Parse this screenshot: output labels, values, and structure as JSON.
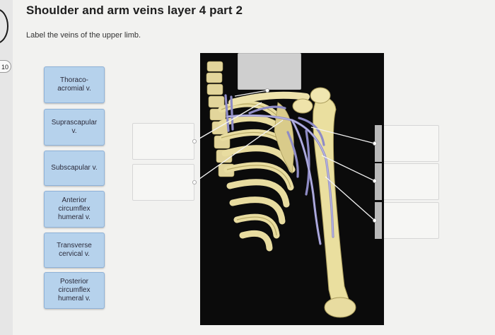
{
  "header": {
    "title": "Shoulder and arm veins layer 4 part 2",
    "instruction": "Label the veins of the upper limb."
  },
  "side_badge": {
    "points": "10"
  },
  "label_bank": [
    {
      "lines": [
        "Thoraco-",
        "acromial v."
      ]
    },
    {
      "lines": [
        "Suprascapular",
        "v."
      ]
    },
    {
      "lines": [
        "Subscapular v."
      ]
    },
    {
      "lines": [
        "Anterior",
        "circumflex",
        "humeral v."
      ]
    },
    {
      "lines": [
        "Transverse",
        "cervical v."
      ]
    },
    {
      "lines": [
        "Posterior",
        "circumflex",
        "humeral v."
      ]
    }
  ],
  "drop_targets": [
    {
      "id": "top-center",
      "value": ""
    },
    {
      "id": "left-1",
      "value": ""
    },
    {
      "id": "left-2",
      "value": ""
    },
    {
      "id": "right-1",
      "value": ""
    },
    {
      "id": "right-2",
      "value": ""
    },
    {
      "id": "right-3",
      "value": ""
    }
  ],
  "colors": {
    "chip_fill": "#b6d2ec",
    "chip_border": "#8fb2d8",
    "image_bg": "#0b0b0b",
    "bone": "#e8dca0",
    "vein": "#8f8cc6"
  }
}
